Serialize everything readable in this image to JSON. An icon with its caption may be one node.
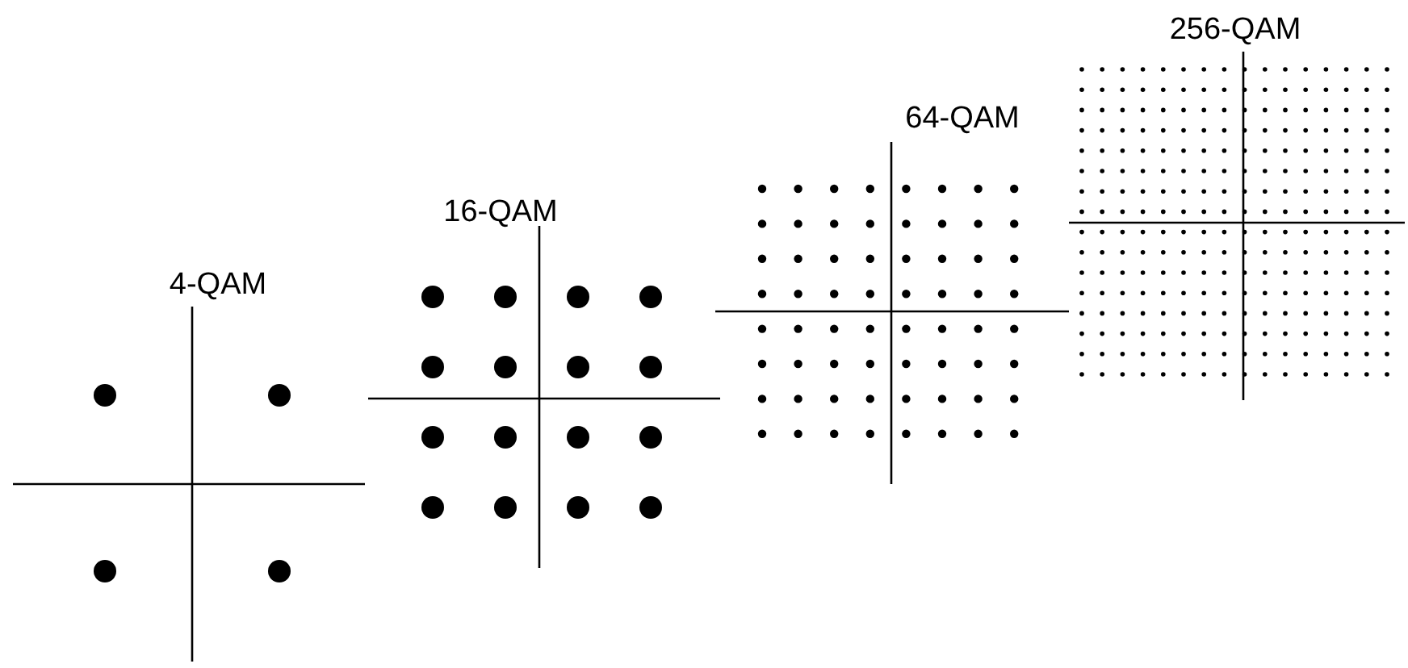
{
  "diagram": {
    "labels": [
      "4-QAM",
      "16-QAM",
      "64-QAM",
      "256-QAM"
    ]
  }
}
